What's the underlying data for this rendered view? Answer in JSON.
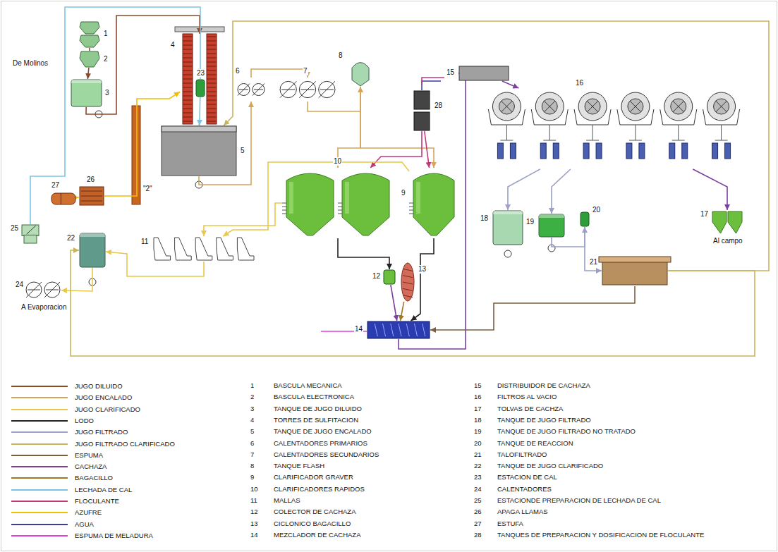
{
  "diagram": {
    "nodes": [
      {
        "text": [
          "1"
        ]
      },
      {
        "text": [
          "2"
        ]
      },
      {
        "text": [
          "3"
        ]
      },
      {
        "text": [
          "4"
        ]
      },
      {
        "text": [
          "23"
        ]
      },
      {
        "text": [
          "5"
        ]
      },
      {
        "text": [
          "6"
        ]
      },
      {
        "text": [
          "7"
        ]
      },
      {
        "text": [
          "8"
        ]
      },
      {
        "text": [
          "28"
        ]
      },
      {
        "text": [
          "10"
        ]
      },
      {
        "text": [
          "9"
        ]
      },
      {
        "text": [
          "11"
        ]
      },
      {
        "text": [
          "12"
        ]
      },
      {
        "text": [
          "13"
        ]
      },
      {
        "text": [
          "14"
        ]
      },
      {
        "text": [
          "15"
        ]
      },
      {
        "text": [
          "16"
        ]
      },
      {
        "text": [
          "18"
        ]
      },
      {
        "text": [
          "19"
        ]
      },
      {
        "text": [
          "20"
        ]
      },
      {
        "text": [
          "21"
        ]
      },
      {
        "text": [
          "17",
          "Al campo"
        ]
      },
      {
        "text": [
          "22"
        ]
      },
      {
        "text": [
          "24",
          "A Evaporacion"
        ]
      },
      {
        "text": [
          "25"
        ]
      },
      {
        "text": [
          "26"
        ]
      },
      {
        "text": [
          "27"
        ]
      }
    ],
    "edges": [
      {
        "from": 0,
        "to": 1,
        "arrow": "none"
      },
      {
        "from": 1,
        "to": 2,
        "arrow": "to"
      },
      {
        "from": 2,
        "to": 3,
        "arrow": "to"
      },
      {
        "from": 3,
        "to": 5,
        "arrow": "none"
      },
      {
        "from": 4,
        "to": 5,
        "arrow": "to"
      },
      {
        "from": 25,
        "to": 4,
        "arrow": "to"
      },
      {
        "from": 27,
        "to": 26,
        "arrow": "to"
      },
      {
        "from": 26,
        "to": 3,
        "arrow": "to"
      },
      {
        "from": 5,
        "to": 6,
        "arrow": "to"
      },
      {
        "from": 6,
        "to": 7,
        "arrow": "to"
      },
      {
        "from": 7,
        "to": 8,
        "arrow": "to"
      },
      {
        "from": 8,
        "to": 10,
        "arrow": "to"
      },
      {
        "from": 8,
        "to": 11,
        "arrow": "to"
      },
      {
        "from": 9,
        "to": 10,
        "arrow": "to"
      },
      {
        "from": 9,
        "to": 11,
        "arrow": "to"
      },
      {
        "from": 10,
        "to": 12,
        "arrow": "to"
      },
      {
        "from": 11,
        "to": 12,
        "arrow": "to"
      },
      {
        "from": 12,
        "to": 23,
        "arrow": "to"
      },
      {
        "from": 23,
        "to": 24,
        "arrow": "to"
      },
      {
        "from": 10,
        "to": 13,
        "arrow": "to"
      },
      {
        "from": 11,
        "to": 15,
        "arrow": "to"
      },
      {
        "from": 13,
        "to": 15,
        "arrow": "to"
      },
      {
        "from": 14,
        "to": 15,
        "arrow": "to"
      },
      {
        "from": 15,
        "to": 16,
        "arrow": "to"
      },
      {
        "from": 16,
        "to": 17,
        "arrow": "to"
      },
      {
        "from": 17,
        "to": 18,
        "arrow": "to"
      },
      {
        "from": 17,
        "to": 22,
        "arrow": "to"
      },
      {
        "from": 17,
        "to": 19,
        "arrow": "to"
      },
      {
        "from": 19,
        "to": 20,
        "arrow": "to"
      },
      {
        "from": 20,
        "to": 21,
        "arrow": "to"
      },
      {
        "from": 21,
        "to": 15,
        "arrow": "to"
      },
      {
        "from": 21,
        "to": 5,
        "arrow": "to"
      },
      {
        "from": 21,
        "to": 23,
        "arrow": "to"
      }
    ],
    "labels": [
      "De Molinos",
      "\"2\"",
      "1",
      "BASCULA MECANICA",
      "2",
      "BASCULA ELECTRONICA",
      "3",
      "TANQUE DE JUGO DILUIDO",
      "4",
      "TORRES DE SULFITACION",
      "5",
      "TANQUE DE JUGO ENCALADO",
      "6",
      "CALENTADORES PRIMARIOS",
      "7",
      "CALENTADORES SECUNDARIOS",
      "8",
      "TANQUE FLASH",
      "9",
      "CLARIFICADOR GRAVER",
      "10",
      "CLARIFICADORES RAPIDOS",
      "11",
      "MALLAS",
      "12",
      "COLECTOR DE CACHAZA",
      "13",
      "CICLONICO BAGACILLO",
      "14",
      "MEZCLADOR DE CACHAZA",
      "15",
      "DISTRIBUIDOR DE CACHAZA",
      "16",
      "FILTROS AL VACIO",
      "17",
      "TOLVAS DE CACHZA",
      "18",
      "TANQUE DE JUGO FILTRADO",
      "19",
      "TANQUE DE JUGO FILTRADO NO TRATADO",
      "20",
      "TANQUE DE REACCION",
      "21",
      "TALOFILTRADO",
      "22",
      "TANQUE DE JUGO CLARIFICADO",
      "23",
      "ESTACION DE CAL",
      "24",
      "CALENTADORES",
      "25",
      "ESTACIONDE PREPARACION DE LECHADA DE CAL",
      "26",
      "APAGA LLAMAS",
      "27",
      "ESTUFA",
      "28",
      "TANQUES DE PREPARACION Y DOSIFICACION DE FLOCULANTE"
    ],
    "legend": [
      {
        "text": "JUGO DILUIDO"
      },
      {
        "text": "JUGO ENCALADO"
      },
      {
        "text": "JUGO CLARIFICADO"
      },
      {
        "text": "LODO"
      },
      {
        "text": "JUGO FILTRADO"
      },
      {
        "text": "JUGO FILTRADO CLARIFICADO"
      },
      {
        "text": "ESPUMA"
      },
      {
        "text": "CACHAZA"
      },
      {
        "text": "BAGACILLO"
      },
      {
        "text": "LECHADA DE CAL"
      },
      {
        "text": "FLOCULANTE"
      },
      {
        "text": "AZUFRE"
      },
      {
        "text": "AGUA"
      },
      {
        "text": "ESPUMA DE MELADURA"
      }
    ]
  }
}
